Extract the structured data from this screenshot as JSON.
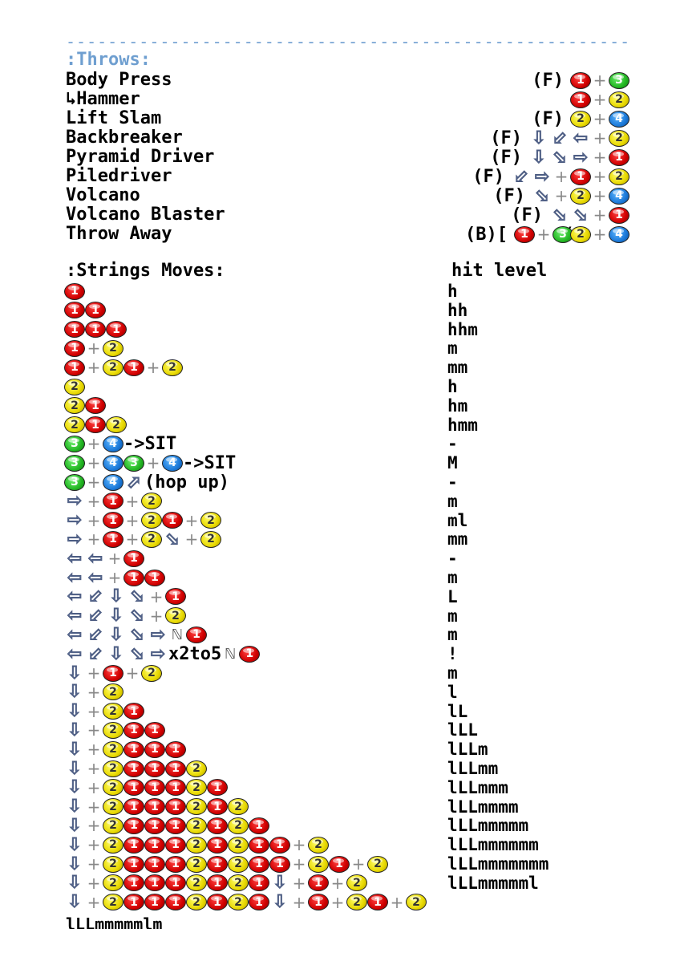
{
  "divider": "----------------------------------------------------------------------------",
  "throws": {
    "title": ":Throws:",
    "rows": [
      {
        "name": "Body Press",
        "hold": "(F)",
        "tokens": [
          "1",
          "+",
          "3"
        ]
      },
      {
        "name": "↳Hammer",
        "hold": "",
        "tokens": [
          "1",
          "+",
          "2"
        ]
      },
      {
        "name": "Lift Slam",
        "hold": "(F)",
        "tokens": [
          "2",
          "+",
          "4"
        ]
      },
      {
        "name": "Backbreaker",
        "hold": "(F)",
        "tokens": [
          "d",
          "db",
          "b",
          "+",
          "2"
        ]
      },
      {
        "name": "Pyramid Driver",
        "hold": "(F)",
        "tokens": [
          "d",
          "df",
          "f",
          "+",
          "1"
        ]
      },
      {
        "name": "Piledriver",
        "hold": "(F)",
        "tokens": [
          "db",
          "f",
          "+",
          "1",
          "+",
          "2"
        ]
      },
      {
        "name": "Volcano",
        "hold": "(F)",
        "tokens": [
          "df",
          "+",
          "2",
          "+",
          "4"
        ]
      },
      {
        "name": "Volcano Blaster",
        "hold": "(F)",
        "tokens": [
          "df",
          "df",
          "+",
          "1"
        ]
      },
      {
        "name": "Throw Away",
        "hold": "(B)[",
        "tokens": [
          "1",
          "+",
          "3",
          "/",
          "2",
          "+",
          "4"
        ]
      }
    ]
  },
  "strings": {
    "title": ":Strings Moves:",
    "hit_level_title": "hit level",
    "rows": [
      {
        "tokens": [
          "1"
        ],
        "level": "h"
      },
      {
        "tokens": [
          "1",
          "1"
        ],
        "level": "hh"
      },
      {
        "tokens": [
          "1",
          "1",
          "1"
        ],
        "level": "hhm"
      },
      {
        "tokens": [
          "1",
          "+",
          "2"
        ],
        "level": "m"
      },
      {
        "tokens": [
          "1",
          "+",
          "2",
          "1",
          "+",
          "2"
        ],
        "level": "mm"
      },
      {
        "tokens": [
          "2"
        ],
        "level": "h"
      },
      {
        "tokens": [
          "2",
          "1"
        ],
        "level": "hm"
      },
      {
        "tokens": [
          "2",
          "1",
          "2"
        ],
        "level": "hmm"
      },
      {
        "tokens": [
          "3",
          "+",
          "4",
          "->SIT"
        ],
        "level": "-"
      },
      {
        "tokens": [
          "3",
          "+",
          "4",
          "3",
          "+",
          "4",
          "->SIT"
        ],
        "level": "M"
      },
      {
        "tokens": [
          "3",
          "+",
          "4",
          "uf",
          "(hop up)"
        ],
        "level": "-"
      },
      {
        "tokens": [
          "f",
          "+",
          "1",
          "+",
          "2"
        ],
        "level": "m"
      },
      {
        "tokens": [
          "f",
          "+",
          "1",
          "+",
          "2",
          "1",
          "+",
          "2"
        ],
        "level": "ml"
      },
      {
        "tokens": [
          "f",
          "+",
          "1",
          "+",
          "2",
          "df",
          "+",
          "2"
        ],
        "level": "mm"
      },
      {
        "tokens": [
          "b",
          "b",
          "+",
          "1"
        ],
        "level": "-"
      },
      {
        "tokens": [
          "b",
          "b",
          "+",
          "1",
          "1"
        ],
        "level": "m"
      },
      {
        "tokens": [
          "b",
          "db",
          "d",
          "df",
          "+",
          "1"
        ],
        "level": "L"
      },
      {
        "tokens": [
          "b",
          "db",
          "d",
          "df",
          "+",
          "2"
        ],
        "level": "m"
      },
      {
        "tokens": [
          "b",
          "db",
          "d",
          "df",
          "f",
          "N",
          "1"
        ],
        "level": "m"
      },
      {
        "tokens": [
          "b",
          "db",
          "d",
          "df",
          "f",
          "x2to5",
          "N",
          "1"
        ],
        "level": "!"
      },
      {
        "tokens": [
          "d",
          "+",
          "1",
          "+",
          "2"
        ],
        "level": "m"
      },
      {
        "tokens": [
          "d",
          "+",
          "2"
        ],
        "level": "l"
      },
      {
        "tokens": [
          "d",
          "+",
          "2",
          "1"
        ],
        "level": "lL"
      },
      {
        "tokens": [
          "d",
          "+",
          "2",
          "1",
          "1"
        ],
        "level": "lLL"
      },
      {
        "tokens": [
          "d",
          "+",
          "2",
          "1",
          "1",
          "1"
        ],
        "level": "lLLm"
      },
      {
        "tokens": [
          "d",
          "+",
          "2",
          "1",
          "1",
          "1",
          "2"
        ],
        "level": "lLLmm"
      },
      {
        "tokens": [
          "d",
          "+",
          "2",
          "1",
          "1",
          "1",
          "2",
          "1"
        ],
        "level": "lLLmmm"
      },
      {
        "tokens": [
          "d",
          "+",
          "2",
          "1",
          "1",
          "1",
          "2",
          "1",
          "2"
        ],
        "level": "lLLmmmm"
      },
      {
        "tokens": [
          "d",
          "+",
          "2",
          "1",
          "1",
          "1",
          "2",
          "1",
          "2",
          "1"
        ],
        "level": "lLLmmmmm"
      },
      {
        "tokens": [
          "d",
          "+",
          "2",
          "1",
          "1",
          "1",
          "2",
          "1",
          "2",
          "1",
          "1",
          "+",
          "2"
        ],
        "level": "lLLmmmmmm"
      },
      {
        "tokens": [
          "d",
          "+",
          "2",
          "1",
          "1",
          "1",
          "2",
          "1",
          "2",
          "1",
          "1",
          "+",
          "2",
          "1",
          "+",
          "2"
        ],
        "level": "lLLmmmmmmm"
      },
      {
        "tokens": [
          "d",
          "+",
          "2",
          "1",
          "1",
          "1",
          "2",
          "1",
          "2",
          "1",
          "d",
          "+",
          "1",
          "+",
          "2"
        ],
        "level": "lLLmmmmml"
      },
      {
        "tokens": [
          "d",
          "+",
          "2",
          "1",
          "1",
          "1",
          "2",
          "1",
          "2",
          "1",
          "d",
          "+",
          "1",
          "+",
          "2",
          "1",
          "+",
          "2"
        ],
        "level": ""
      }
    ],
    "trailing_text": "lLLmmmmmlm"
  },
  "icons": {
    "d": "⇩",
    "db": "⬃",
    "b": "⇦",
    "df": "⬂",
    "f": "⇨",
    "uf": "⬀",
    "N": "ℕ"
  },
  "colors": {
    "divider": "#6f9fd0",
    "btn1": "#d00000",
    "btn2": "#e8d800",
    "btn3": "#22b522",
    "btn4": "#1a78d8"
  }
}
